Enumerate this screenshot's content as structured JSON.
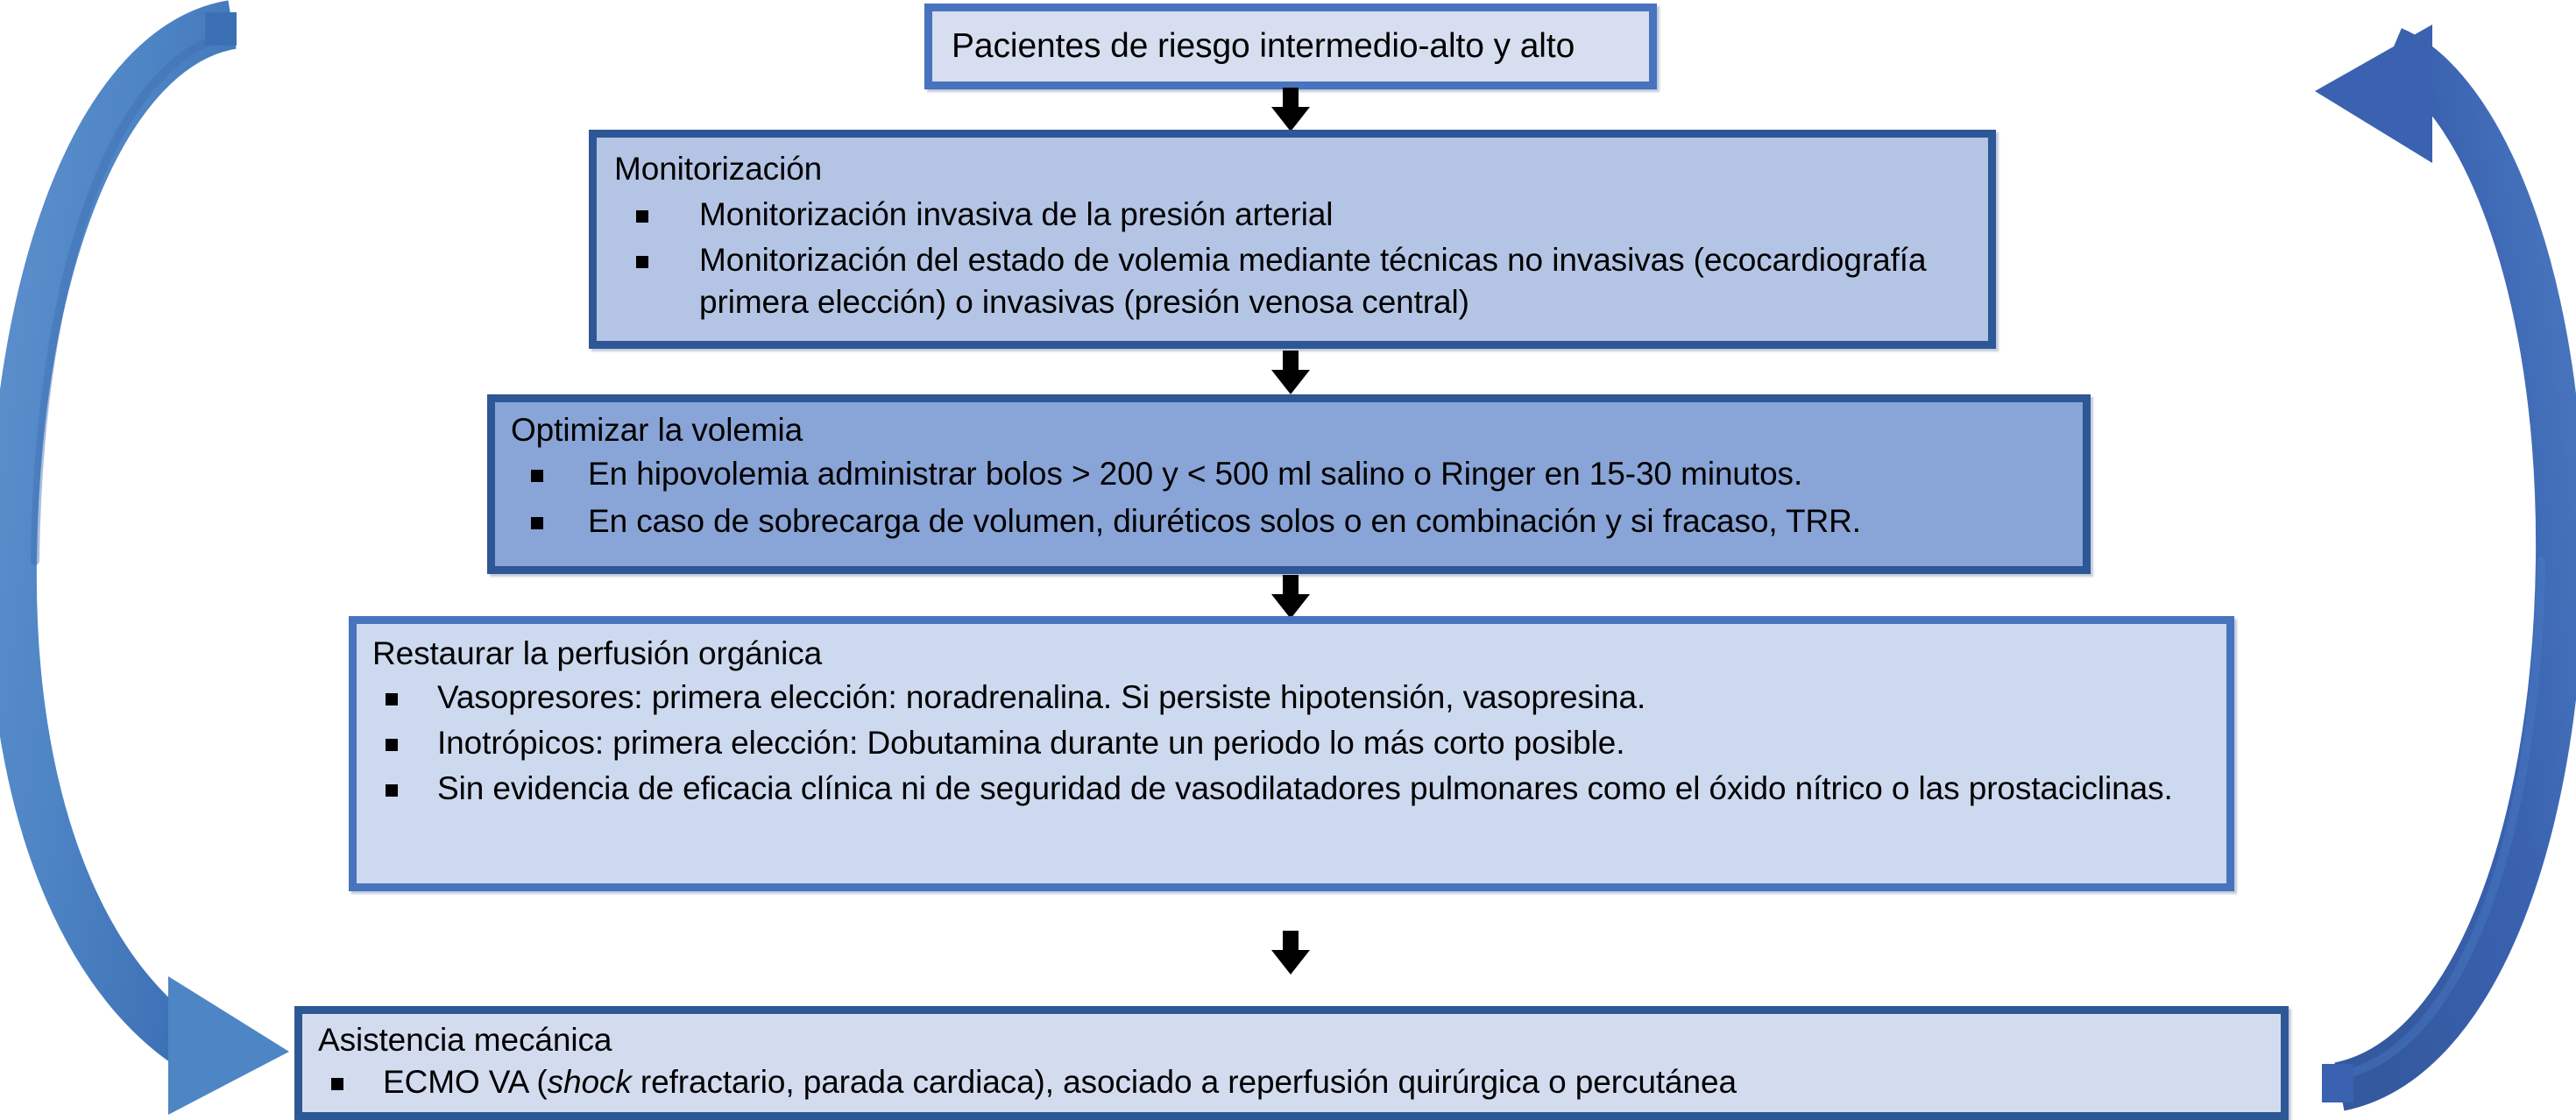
{
  "diagram": {
    "title_text": "Pacientes de riesgo intermedio-alto y alto",
    "colors": {
      "border_dark_blue": "#2E5796",
      "border_mid_blue": "#4873BE",
      "fill_lightest": "#D6DEEF",
      "fill_light": "#CDD9EE",
      "fill_medium": "#B4C4E4",
      "fill_strong": "#89A4D6",
      "arrow_left_blue": "#4E85C5",
      "arrow_right_blue": "#3A62B0",
      "connector_black": "#000000"
    },
    "boxes": [
      {
        "id": "patients",
        "title": "Pacientes de riesgo intermedio-alto y alto",
        "bullets": []
      },
      {
        "id": "monitor",
        "title": "Monitorización",
        "bullets": [
          "Monitorización invasiva de la presión arterial",
          "Monitorización del estado de volemia mediante técnicas no invasivas (ecocardiografía primera elección) o invasivas (presión venosa central)"
        ]
      },
      {
        "id": "volemia",
        "title": "Optimizar la volemia",
        "bullets": [
          "En hipovolemia administrar bolos > 200 y < 500 ml salino o Ringer en 15-30 minutos.",
          "En caso de sobrecarga de volumen, diuréticos solos o en combinación y si fracaso, TRR."
        ]
      },
      {
        "id": "perfusion",
        "title": "Restaurar la perfusión orgánica",
        "bullets": [
          "Vasopresores: primera elección: noradrenalina. Si persiste hipotensión, vasopresina.",
          "Inotrópicos: primera elección: Dobutamina durante un periodo lo más corto posible.",
          "Sin evidencia de eficacia clínica ni de seguridad de vasodilatadores pulmonares como el óxido nítrico o las prostaciclinas."
        ]
      },
      {
        "id": "asistencia",
        "title": "Asistencia mecánica",
        "bullets": [
          "ECMO VA (shock refractario, parada cardiaca), asociado a reperfusión quirúrgica o percutánea"
        ],
        "bullet_italic_word": "shock"
      }
    ],
    "connectors": [
      {
        "id": "conn-1",
        "name": "down-arrow-icon"
      },
      {
        "id": "conn-2",
        "name": "down-arrow-icon"
      },
      {
        "id": "conn-3",
        "name": "down-arrow-icon"
      },
      {
        "id": "conn-4",
        "name": "down-arrow-icon"
      }
    ],
    "cycle_arrows": [
      {
        "id": "left",
        "name": "curved-arrow-down-left-icon",
        "direction": "top-to-bottom, counter-clockwise"
      },
      {
        "id": "right",
        "name": "curved-arrow-up-right-icon",
        "direction": "bottom-to-top, clockwise"
      }
    ]
  }
}
